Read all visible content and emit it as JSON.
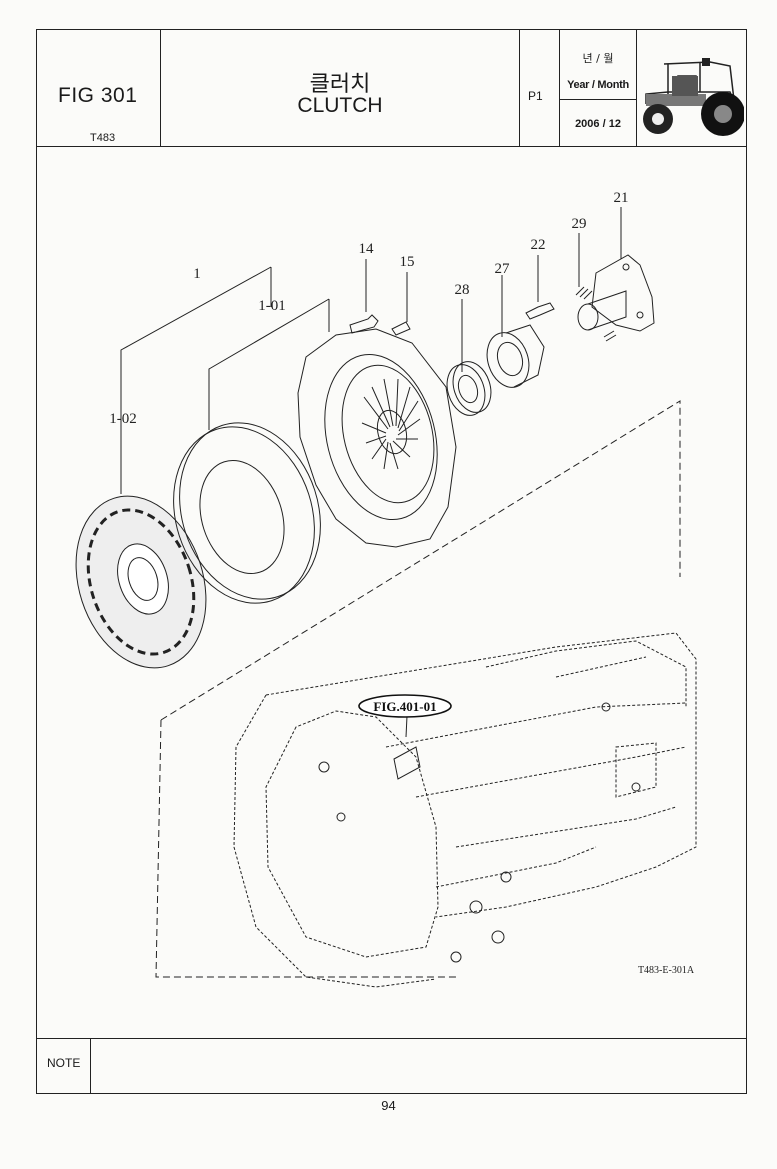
{
  "header": {
    "figure_number": "FIG 301",
    "model": "T483",
    "title_korean": "클러치",
    "title_english": "CLUTCH",
    "page_code": "P1",
    "year_month_korean": "년 / 월",
    "year_month_english": "Year / Month",
    "date": "2006 / 12",
    "thumbnail_icon": "tractor-icon"
  },
  "diagram": {
    "callouts": [
      "1",
      "1-01",
      "1-02",
      "14",
      "15",
      "28",
      "27",
      "22",
      "29",
      "21"
    ],
    "reference_label": "FIG.401-01",
    "drawing_code": "T483-E-301A"
  },
  "footer": {
    "note_label": "NOTE",
    "page_number": "94"
  }
}
